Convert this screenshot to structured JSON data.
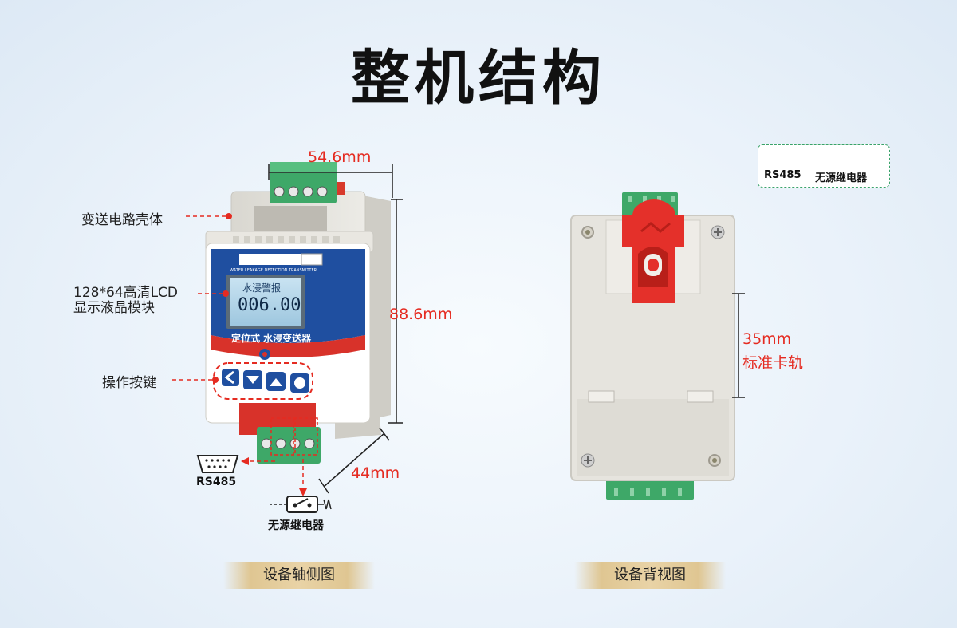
{
  "title": "整机结构",
  "dimensions": {
    "width": "54.6mm",
    "height": "88.6mm",
    "depth": "44mm",
    "rail": "35mm",
    "rail_label": "标准卡轨"
  },
  "callouts": {
    "housing": "变送电路壳体",
    "lcd_line1": "128*64高清LCD",
    "lcd_line2": "显示液晶模块",
    "buttons": "操作按键"
  },
  "device": {
    "lcd_title": "水浸警报",
    "lcd_value": "006.00",
    "product_name": "定位式 水浸变送器",
    "subtitle_en": "WATER LEAKAGE DETECTION TRANSMITTER"
  },
  "outputs": {
    "rs485": "RS485",
    "relay": "无源继电器"
  },
  "legend": {
    "rs485": "RS485",
    "relay": "无源继电器"
  },
  "captions": {
    "left": "设备轴侧图",
    "right": "设备背视图"
  },
  "colors": {
    "accent_red": "#e52b21",
    "terminal_green": "#3ea868",
    "housing_grey": "#e6e4de",
    "panel_blue": "#1f4fa0",
    "caption_gold": "#e3cc9c"
  }
}
